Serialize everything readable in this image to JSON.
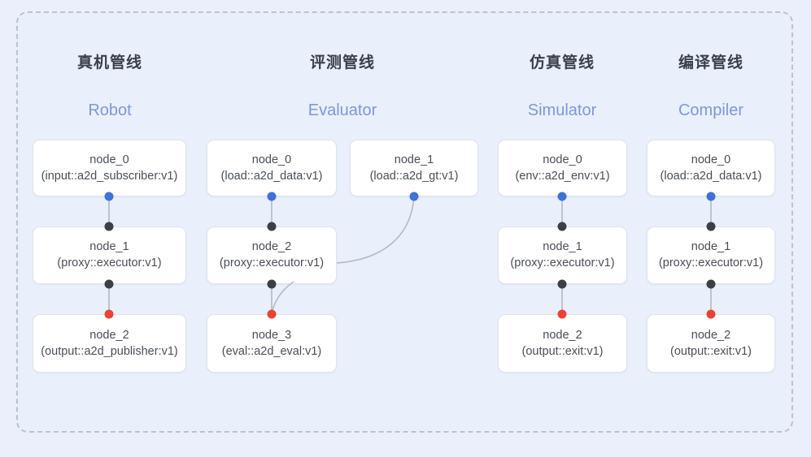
{
  "diagram": {
    "background_color": "#eaeffb",
    "frame_color": "#b9c2d4",
    "accent_color": "#7e97d8",
    "port_in_color": "#3d72d7",
    "port_mid_color": "#3c4043",
    "port_out_color": "#ea4335"
  },
  "columns": [
    {
      "title_cn": "真机管线",
      "title_en": "Robot",
      "nodes": [
        {
          "name": "node_0",
          "type": "(input::a2d_subscriber:v1)"
        },
        {
          "name": "node_1",
          "type": "(proxy::executor:v1)"
        },
        {
          "name": "node_2",
          "type": "(output::a2d_publisher:v1)"
        }
      ]
    },
    {
      "title_cn": "评测管线",
      "title_en": "Evaluator",
      "nodes": [
        {
          "name": "node_0",
          "type": "(load::a2d_data:v1)"
        },
        {
          "name": "node_1",
          "type": "(load::a2d_gt:v1)"
        },
        {
          "name": "node_2",
          "type": "(proxy::executor:v1)"
        },
        {
          "name": "node_3",
          "type": "(eval::a2d_eval:v1)"
        }
      ]
    },
    {
      "title_cn": "仿真管线",
      "title_en": "Simulator",
      "nodes": [
        {
          "name": "node_0",
          "type": "(env::a2d_env:v1)"
        },
        {
          "name": "node_1",
          "type": "(proxy::executor:v1)"
        },
        {
          "name": "node_2",
          "type": "(output::exit:v1)"
        }
      ]
    },
    {
      "title_cn": "编译管线",
      "title_en": "Compiler",
      "nodes": [
        {
          "name": "node_0",
          "type": "(load::a2d_data:v1)"
        },
        {
          "name": "node_1",
          "type": "(proxy::executor:v1)"
        },
        {
          "name": "node_2",
          "type": "(output::exit:v1)"
        }
      ]
    }
  ]
}
